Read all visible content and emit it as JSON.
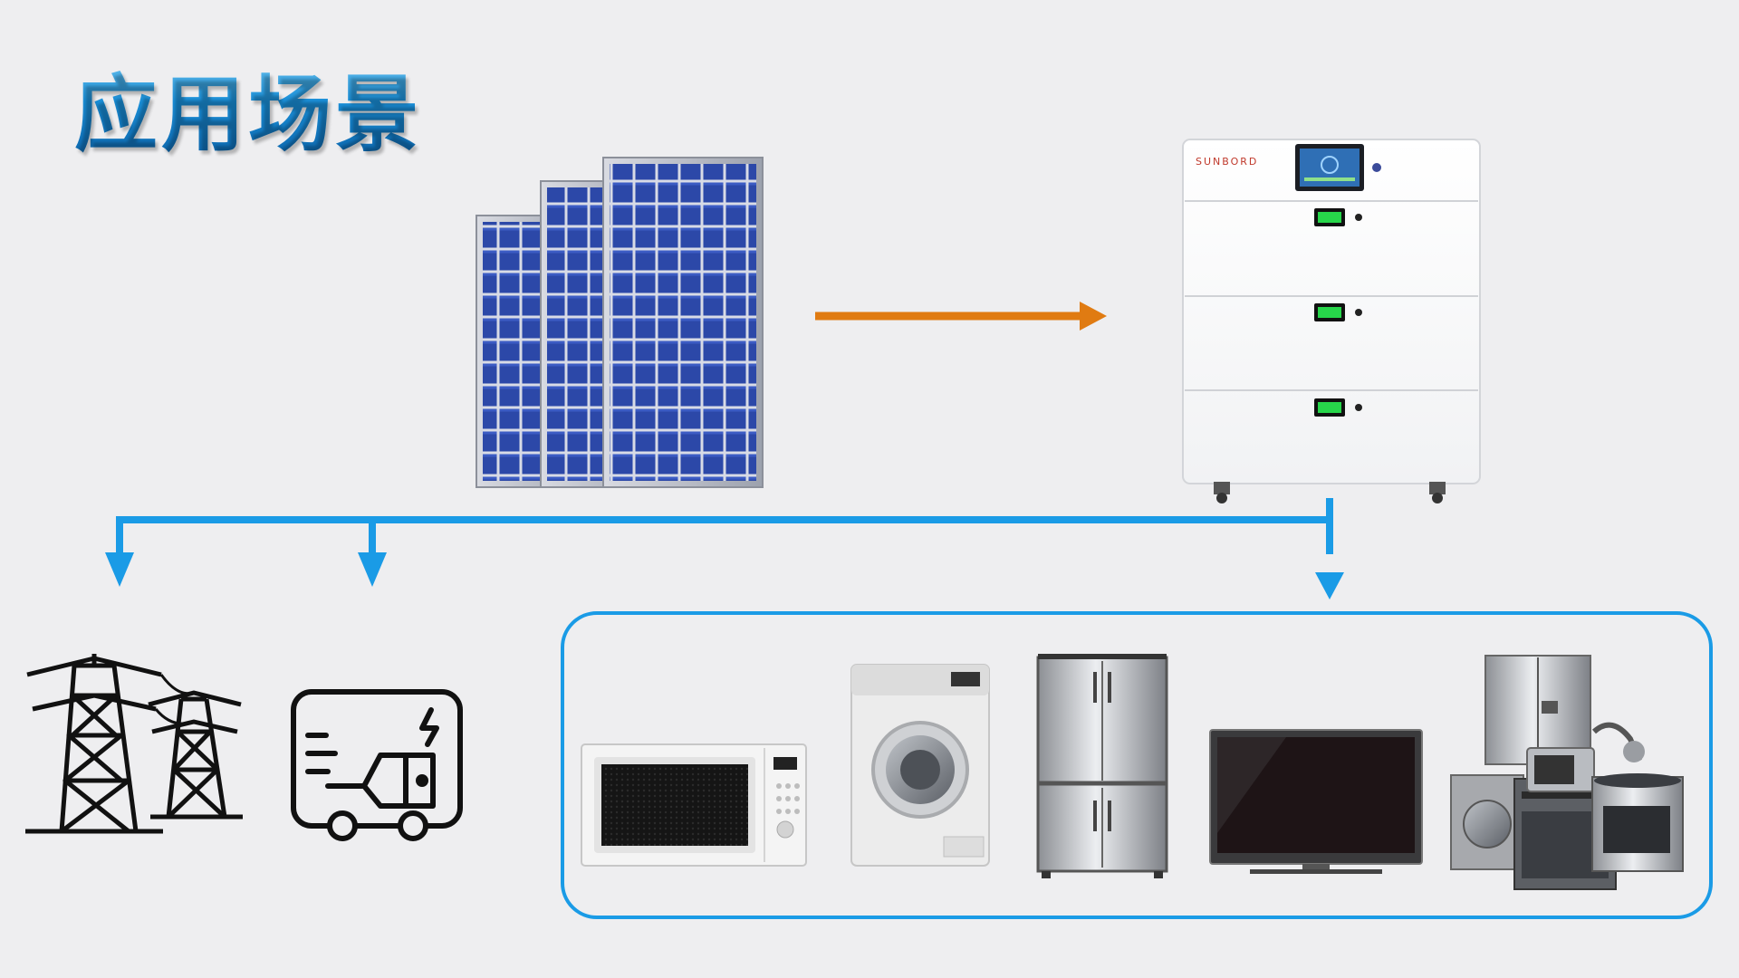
{
  "title": "应用场景",
  "battery": {
    "brand": "SUNBORD"
  },
  "colors": {
    "title": "#1a8fd8",
    "pv_arrow": "#e07b12",
    "flow_lines": "#1a9be6",
    "appliance_frame": "#1a9be6",
    "panel_cell": "#2c48a8",
    "icons": "#111111"
  },
  "icons": {
    "solar_panels": "solar-panels",
    "battery_storage": "stacked-battery-cabinet",
    "power_grid": "transmission-towers",
    "generator": "generator",
    "appliances": [
      "microwave-oven",
      "washing-machine",
      "refrigerator",
      "television",
      "home-appliances-group"
    ]
  }
}
